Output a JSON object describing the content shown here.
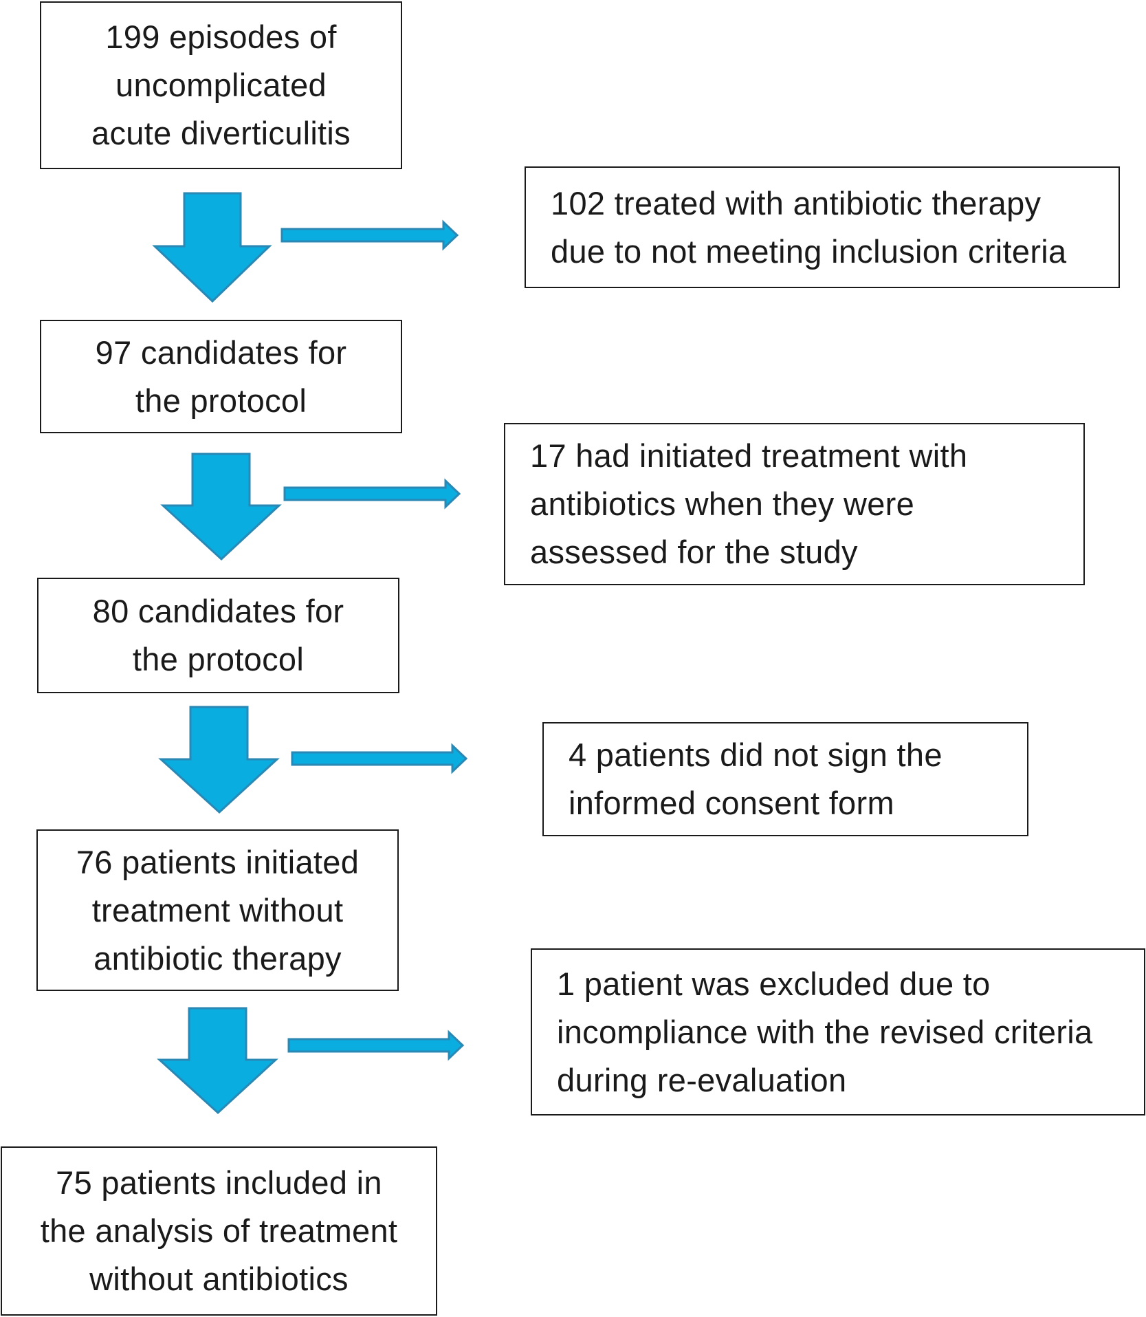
{
  "flow_steps": [
    {
      "lines": [
        "199 episodes of",
        "uncomplicated",
        "acute diverticulitis"
      ]
    },
    {
      "lines": [
        "97 candidates for",
        "the protocol"
      ]
    },
    {
      "lines": [
        "80 candidates for",
        "the protocol"
      ]
    },
    {
      "lines": [
        "76 patients initiated",
        "treatment without",
        "antibiotic therapy"
      ]
    },
    {
      "lines": [
        "75 patients included in",
        "the analysis of treatment",
        "without antibiotics"
      ]
    }
  ],
  "exclusions": [
    {
      "lines": [
        "102 treated with antibiotic therapy",
        "due to not meeting inclusion criteria"
      ]
    },
    {
      "lines": [
        "17 had initiated treatment with",
        "antibiotics when they were",
        "assessed for the study"
      ]
    },
    {
      "lines": [
        "4 patients did not sign the",
        "informed consent form"
      ]
    },
    {
      "lines": [
        "1 patient was excluded due to",
        "incompliance with the revised criteria",
        "during re-evaluation"
      ]
    }
  ],
  "colors": {
    "arrow_fill": "#0aade0",
    "arrow_stroke": "#2a88b5",
    "box_border": "#1a1a1a",
    "text": "#1a1a1a"
  }
}
